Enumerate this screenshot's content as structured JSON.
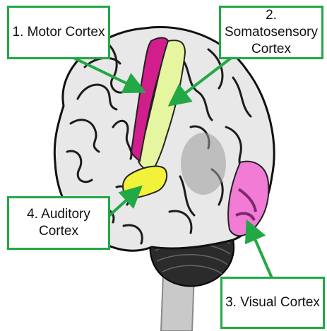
{
  "labels": {
    "motor": "1. Motor Cortex",
    "somatosensory": "2. Somatosensory\nCortex",
    "visual": "3. Visual Cortex",
    "auditory": "4. Auditory\nCortex"
  },
  "colors": {
    "box_border": "#22a845",
    "arrow": "#22a845",
    "motor": "#d21e8c",
    "somatosensory": "#e6f5a0",
    "visual": "#f27bd6",
    "auditory": "#f2f23a",
    "brain": "#e8e8e8",
    "cerebellum": "#2b2b2b"
  }
}
